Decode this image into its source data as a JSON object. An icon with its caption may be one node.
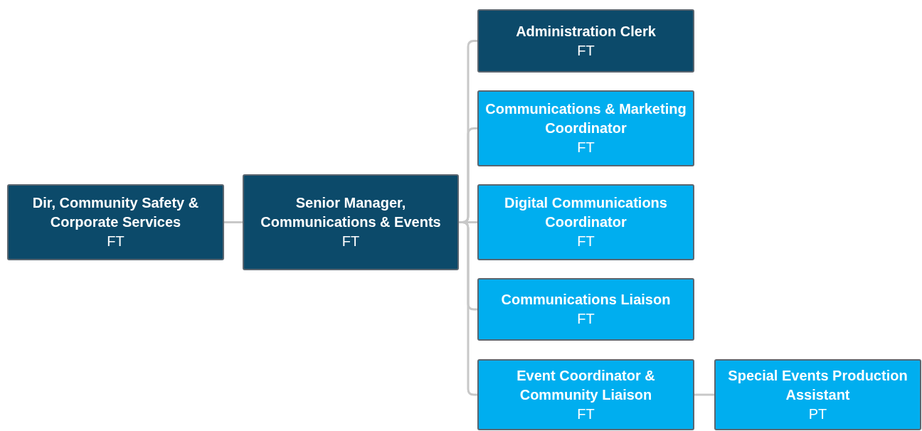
{
  "diagram": {
    "nodes": [
      {
        "text": [
          "Dir, Community Safety & Corporate Services",
          "FT"
        ]
      },
      {
        "text": [
          "Senior Manager, Communications & Events",
          "FT"
        ]
      },
      {
        "text": [
          "Administration Clerk",
          "FT"
        ]
      },
      {
        "text": [
          "Communications & Marketing Coordinator",
          "FT"
        ]
      },
      {
        "text": [
          "Digital Communications Coordinator",
          "FT"
        ]
      },
      {
        "text": [
          "Communications Liaison",
          "FT"
        ]
      },
      {
        "text": [
          "Event Coordinator & Community Liaison",
          "FT"
        ]
      },
      {
        "text": [
          "Special Events Production Assistant",
          "PT"
        ]
      }
    ],
    "edges": [
      {
        "from": 0,
        "to": 1,
        "arrow": "none"
      },
      {
        "from": 1,
        "to": 2,
        "arrow": "none"
      },
      {
        "from": 1,
        "to": 3,
        "arrow": "none"
      },
      {
        "from": 1,
        "to": 4,
        "arrow": "none"
      },
      {
        "from": 1,
        "to": 5,
        "arrow": "none"
      },
      {
        "from": 1,
        "to": 6,
        "arrow": "none"
      },
      {
        "from": 6,
        "to": 7,
        "arrow": "none"
      }
    ]
  }
}
